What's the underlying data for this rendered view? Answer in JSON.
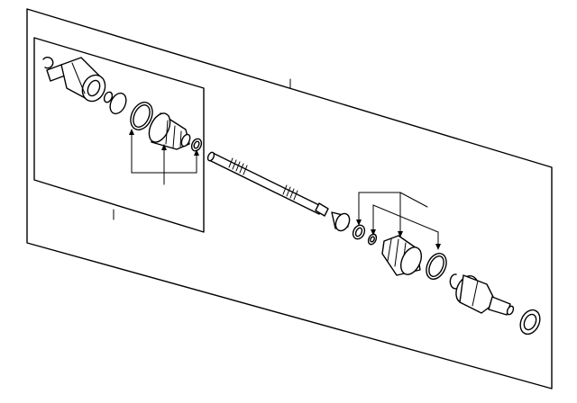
{
  "diagram": {
    "parts": [
      {
        "id": "inner-snap-ring"
      },
      {
        "id": "inner-joint-housing"
      },
      {
        "id": "inner-joint-clip"
      },
      {
        "id": "inner-joint-ring"
      },
      {
        "id": "inner-boot-clamp-large"
      },
      {
        "id": "inner-boot"
      },
      {
        "id": "inner-boot-clamp-small"
      },
      {
        "id": "axle-shaft"
      },
      {
        "id": "damper"
      },
      {
        "id": "outer-boot-clamp-small"
      },
      {
        "id": "outer-washer"
      },
      {
        "id": "outer-boot"
      },
      {
        "id": "outer-boot-clamp-large"
      },
      {
        "id": "outer-snap-ring"
      },
      {
        "id": "outer-joint"
      },
      {
        "id": "dust-seal"
      }
    ]
  }
}
